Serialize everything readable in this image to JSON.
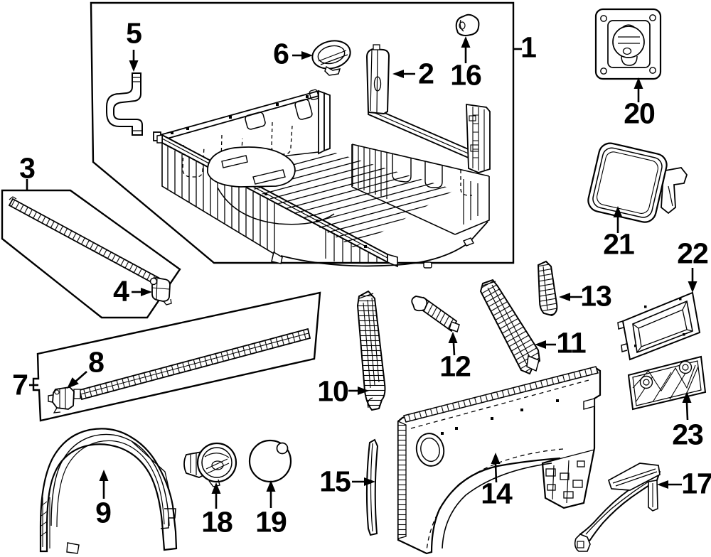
{
  "diagram": {
    "style": "exploded-parts-line-diagram",
    "subject": "pickup truck bed box, quarter panel and related parts",
    "colors": {
      "background": "#ffffff",
      "line": "#000000"
    },
    "callouts": [
      {
        "num": "1",
        "points_to": "truck-bed-assembly"
      },
      {
        "num": "2",
        "points_to": "front-rail-pillar"
      },
      {
        "num": "3",
        "points_to": "slatted-sill-strip"
      },
      {
        "num": "4",
        "points_to": "small-clip"
      },
      {
        "num": "5",
        "points_to": "s-shaped-tube"
      },
      {
        "num": "6",
        "points_to": "oval-cap"
      },
      {
        "num": "7",
        "points_to": "slatted-side-rail"
      },
      {
        "num": "8",
        "points_to": "small-clip"
      },
      {
        "num": "9",
        "points_to": "wheel-arch-liner"
      },
      {
        "num": "10",
        "points_to": "vertical-reinforcement-strip"
      },
      {
        "num": "11",
        "points_to": "diagonal-reinforcement-strip"
      },
      {
        "num": "12",
        "points_to": "hooked-bracket-strip"
      },
      {
        "num": "13",
        "points_to": "short-support-strip"
      },
      {
        "num": "14",
        "points_to": "box-side-quarter-panel"
      },
      {
        "num": "15",
        "points_to": "thin-edge-strip"
      },
      {
        "num": "16",
        "points_to": "small-cap"
      },
      {
        "num": "17",
        "points_to": "curved-corner-bracket"
      },
      {
        "num": "18",
        "points_to": "filler-housing-ring"
      },
      {
        "num": "19",
        "points_to": "round-cap"
      },
      {
        "num": "20",
        "points_to": "outlet-mount-plate"
      },
      {
        "num": "21",
        "points_to": "fuel-door-panel"
      },
      {
        "num": "22",
        "points_to": "pocket-bezel"
      },
      {
        "num": "23",
        "points_to": "ribbed-reinforcement-plate"
      }
    ]
  }
}
